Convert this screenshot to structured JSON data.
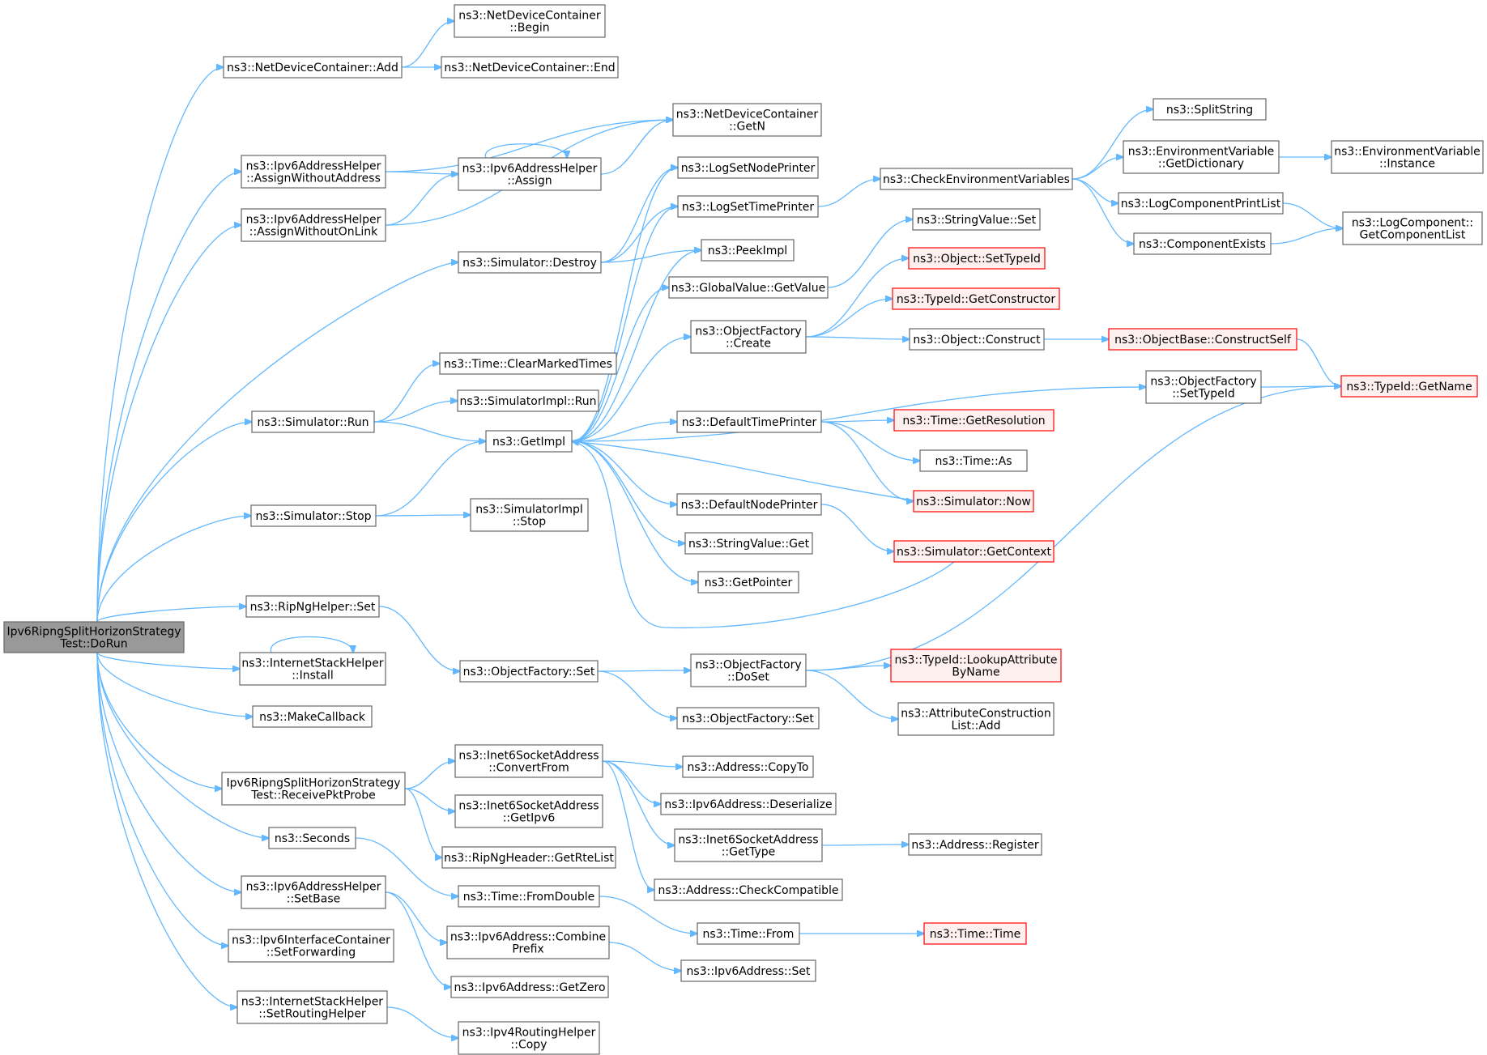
{
  "colors": {
    "edge": "#63b8ff",
    "node_border": "#666666",
    "root_fill": "#999999",
    "truncated_border": "#ff0000",
    "truncated_fill": "#fff0f0"
  },
  "nodes": [
    {
      "id": "root",
      "lines": [
        "Ipv6RipngSplitHorizonStrategy",
        "Test::DoRun"
      ],
      "style": "root"
    },
    {
      "id": "ndcAdd",
      "lines": [
        "ns3::NetDeviceContainer::Add"
      ]
    },
    {
      "id": "ndcBegin",
      "lines": [
        "ns3::NetDeviceContainer",
        "::Begin"
      ]
    },
    {
      "id": "ndcEnd",
      "lines": [
        "ns3::NetDeviceContainer::End"
      ]
    },
    {
      "id": "ndcGetN",
      "lines": [
        "ns3::NetDeviceContainer",
        "::GetN"
      ]
    },
    {
      "id": "awoAddr",
      "lines": [
        "ns3::Ipv6AddressHelper",
        "::AssignWithoutAddress"
      ]
    },
    {
      "id": "assign",
      "lines": [
        "ns3::Ipv6AddressHelper",
        "::Assign"
      ]
    },
    {
      "id": "awoLink",
      "lines": [
        "ns3::Ipv6AddressHelper",
        "::AssignWithoutOnLink"
      ]
    },
    {
      "id": "logNode",
      "lines": [
        "ns3::LogSetNodePrinter"
      ]
    },
    {
      "id": "logTime",
      "lines": [
        "ns3::LogSetTimePrinter"
      ]
    },
    {
      "id": "simDestroy",
      "lines": [
        "ns3::Simulator::Destroy"
      ]
    },
    {
      "id": "peekImpl",
      "lines": [
        "ns3::PeekImpl"
      ]
    },
    {
      "id": "gvGet",
      "lines": [
        "ns3::GlobalValue::GetValue"
      ]
    },
    {
      "id": "ofCreate",
      "lines": [
        "ns3::ObjectFactory",
        "::Create"
      ]
    },
    {
      "id": "clearTimes",
      "lines": [
        "ns3::Time::ClearMarkedTimes"
      ]
    },
    {
      "id": "simImplRun",
      "lines": [
        "ns3::SimulatorImpl::Run"
      ]
    },
    {
      "id": "simRun",
      "lines": [
        "ns3::Simulator::Run"
      ]
    },
    {
      "id": "getImpl",
      "lines": [
        "ns3::GetImpl"
      ]
    },
    {
      "id": "defTime",
      "lines": [
        "ns3::DefaultTimePrinter"
      ]
    },
    {
      "id": "defNode",
      "lines": [
        "ns3::DefaultNodePrinter"
      ]
    },
    {
      "id": "svGet",
      "lines": [
        "ns3::StringValue::Get"
      ]
    },
    {
      "id": "getPtr",
      "lines": [
        "ns3::GetPointer"
      ]
    },
    {
      "id": "simStop",
      "lines": [
        "ns3::Simulator::Stop"
      ]
    },
    {
      "id": "simImplStop",
      "lines": [
        "ns3::SimulatorImpl",
        "::Stop"
      ]
    },
    {
      "id": "checkEnv",
      "lines": [
        "ns3::CheckEnvironmentVariables"
      ]
    },
    {
      "id": "splitStr",
      "lines": [
        "ns3::SplitString"
      ]
    },
    {
      "id": "envDict",
      "lines": [
        "ns3::EnvironmentVariable",
        "::GetDictionary"
      ]
    },
    {
      "id": "envInst",
      "lines": [
        "ns3::EnvironmentVariable",
        "::Instance"
      ]
    },
    {
      "id": "logPrint",
      "lines": [
        "ns3::LogComponentPrintList"
      ]
    },
    {
      "id": "compExists",
      "lines": [
        "ns3::ComponentExists"
      ]
    },
    {
      "id": "logCompList",
      "lines": [
        "ns3::LogComponent::",
        "GetComponentList"
      ]
    },
    {
      "id": "svSet",
      "lines": [
        "ns3::StringValue::Set"
      ]
    },
    {
      "id": "objSetTid",
      "lines": [
        "ns3::Object::SetTypeId"
      ],
      "style": "red"
    },
    {
      "id": "tidCtor",
      "lines": [
        "ns3::TypeId::GetConstructor"
      ],
      "style": "red"
    },
    {
      "id": "objCtor",
      "lines": [
        "ns3::Object::Construct"
      ]
    },
    {
      "id": "obConstruct",
      "lines": [
        "ns3::ObjectBase::ConstructSelf"
      ],
      "style": "red"
    },
    {
      "id": "ofSetTid",
      "lines": [
        "ns3::ObjectFactory",
        "::SetTypeId"
      ]
    },
    {
      "id": "tidName",
      "lines": [
        "ns3::TypeId::GetName"
      ],
      "style": "red"
    },
    {
      "id": "timeRes",
      "lines": [
        "ns3::Time::GetResolution"
      ],
      "style": "red"
    },
    {
      "id": "timeAs",
      "lines": [
        "ns3::Time::As"
      ]
    },
    {
      "id": "simNow",
      "lines": [
        "ns3::Simulator::Now"
      ],
      "style": "red"
    },
    {
      "id": "simCtx",
      "lines": [
        "ns3::Simulator::GetContext"
      ],
      "style": "red"
    },
    {
      "id": "ripSet",
      "lines": [
        "ns3::RipNgHelper::Set"
      ]
    },
    {
      "id": "ishInstall",
      "lines": [
        "ns3::InternetStackHelper",
        "::Install"
      ]
    },
    {
      "id": "makeCb",
      "lines": [
        "ns3::MakeCallback"
      ]
    },
    {
      "id": "ofSet1",
      "lines": [
        "ns3::ObjectFactory::Set"
      ]
    },
    {
      "id": "ofDoSet",
      "lines": [
        "ns3::ObjectFactory",
        "::DoSet"
      ]
    },
    {
      "id": "ofSet2",
      "lines": [
        "ns3::ObjectFactory::Set"
      ]
    },
    {
      "id": "tidLookup",
      "lines": [
        "ns3::TypeId::LookupAttribute",
        "ByName"
      ],
      "style": "red"
    },
    {
      "id": "acAdd",
      "lines": [
        "ns3::AttributeConstruction",
        "List::Add"
      ]
    },
    {
      "id": "recvProbe",
      "lines": [
        "Ipv6RipngSplitHorizonStrategy",
        "Test::ReceivePktProbe"
      ]
    },
    {
      "id": "i6Conv",
      "lines": [
        "ns3::Inet6SocketAddress",
        "::ConvertFrom"
      ]
    },
    {
      "id": "i6GetIpv6",
      "lines": [
        "ns3::Inet6SocketAddress",
        "::GetIpv6"
      ]
    },
    {
      "id": "rteList",
      "lines": [
        "ns3::RipNgHeader::GetRteList"
      ]
    },
    {
      "id": "addrCopy",
      "lines": [
        "ns3::Address::CopyTo"
      ]
    },
    {
      "id": "ipv6Deser",
      "lines": [
        "ns3::Ipv6Address::Deserialize"
      ]
    },
    {
      "id": "i6GetType",
      "lines": [
        "ns3::Inet6SocketAddress",
        "::GetType"
      ]
    },
    {
      "id": "addrReg",
      "lines": [
        "ns3::Address::Register"
      ]
    },
    {
      "id": "addrCheck",
      "lines": [
        "ns3::Address::CheckCompatible"
      ]
    },
    {
      "id": "seconds",
      "lines": [
        "ns3::Seconds"
      ]
    },
    {
      "id": "fromDouble",
      "lines": [
        "ns3::Time::FromDouble"
      ]
    },
    {
      "id": "timeFrom",
      "lines": [
        "ns3::Time::From"
      ]
    },
    {
      "id": "timeTime",
      "lines": [
        "ns3::Time::Time"
      ],
      "style": "red"
    },
    {
      "id": "setBase",
      "lines": [
        "ns3::Ipv6AddressHelper",
        "::SetBase"
      ]
    },
    {
      "id": "combPrefix",
      "lines": [
        "ns3::Ipv6Address::Combine",
        "Prefix"
      ]
    },
    {
      "id": "getZero",
      "lines": [
        "ns3::Ipv6Address::GetZero"
      ]
    },
    {
      "id": "ipv6Set",
      "lines": [
        "ns3::Ipv6Address::Set"
      ]
    },
    {
      "id": "setFwd",
      "lines": [
        "ns3::Ipv6InterfaceContainer",
        "::SetForwarding"
      ]
    },
    {
      "id": "setRouting",
      "lines": [
        "ns3::InternetStackHelper",
        "::SetRoutingHelper"
      ]
    },
    {
      "id": "ipv4Copy",
      "lines": [
        "ns3::Ipv4RoutingHelper",
        "::Copy"
      ]
    }
  ]
}
